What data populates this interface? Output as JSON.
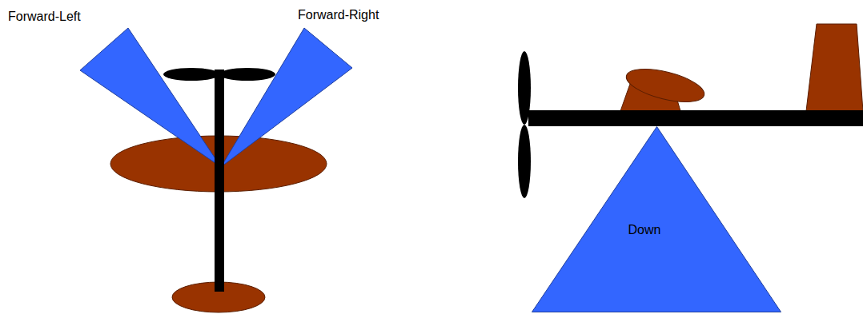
{
  "diagram": {
    "nodes": [
      {
        "text": [
          "Down"
        ]
      }
    ],
    "labels": [
      "Forward-Left",
      "Forward-Right"
    ]
  }
}
